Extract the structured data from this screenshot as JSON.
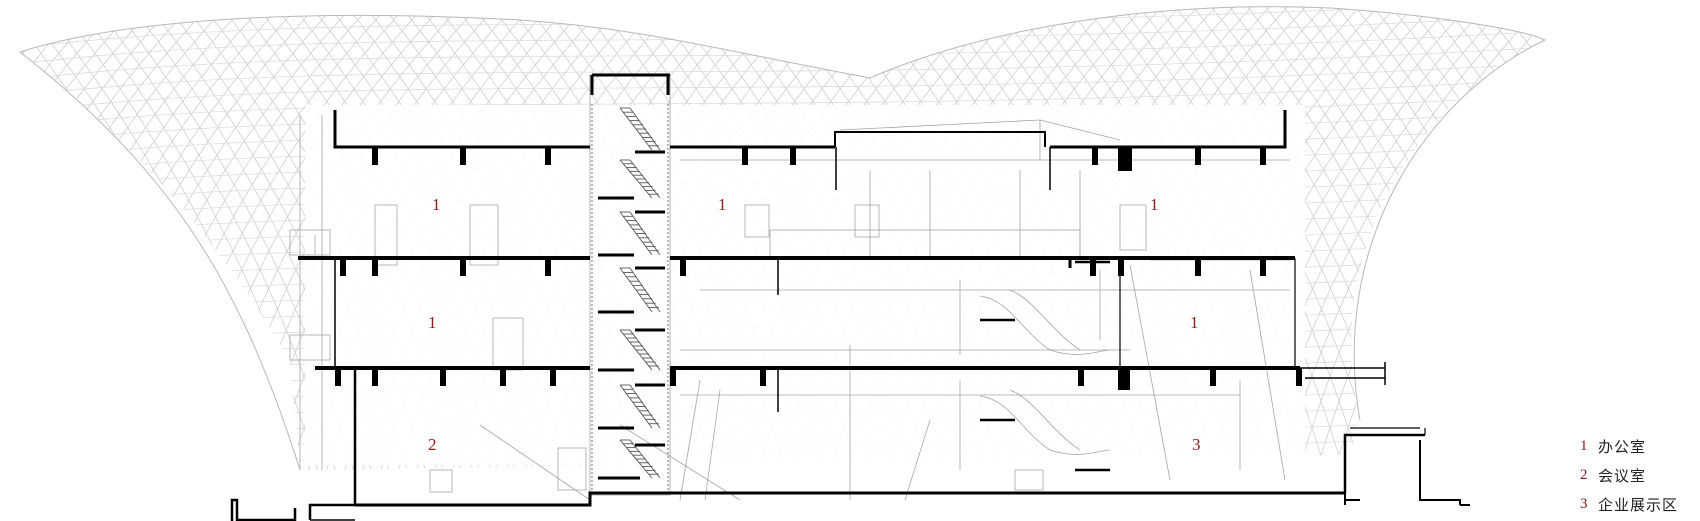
{
  "rooms": [
    {
      "key": "r1",
      "num": "1"
    },
    {
      "key": "r2",
      "num": "1"
    },
    {
      "key": "r3",
      "num": "1"
    },
    {
      "key": "r4",
      "num": "1"
    },
    {
      "key": "r5",
      "num": "1"
    },
    {
      "key": "r6",
      "num": "2"
    },
    {
      "key": "r7",
      "num": "3"
    }
  ],
  "legend": [
    {
      "num": "1",
      "label": "办公室"
    },
    {
      "num": "2",
      "label": "会议室"
    },
    {
      "num": "3",
      "label": "企业展示区"
    }
  ],
  "colors": {
    "structure": "#000000",
    "roof_grid": "#c8c8c8",
    "detail": "#9a9a9a",
    "room_number": "#8b1a1a"
  }
}
